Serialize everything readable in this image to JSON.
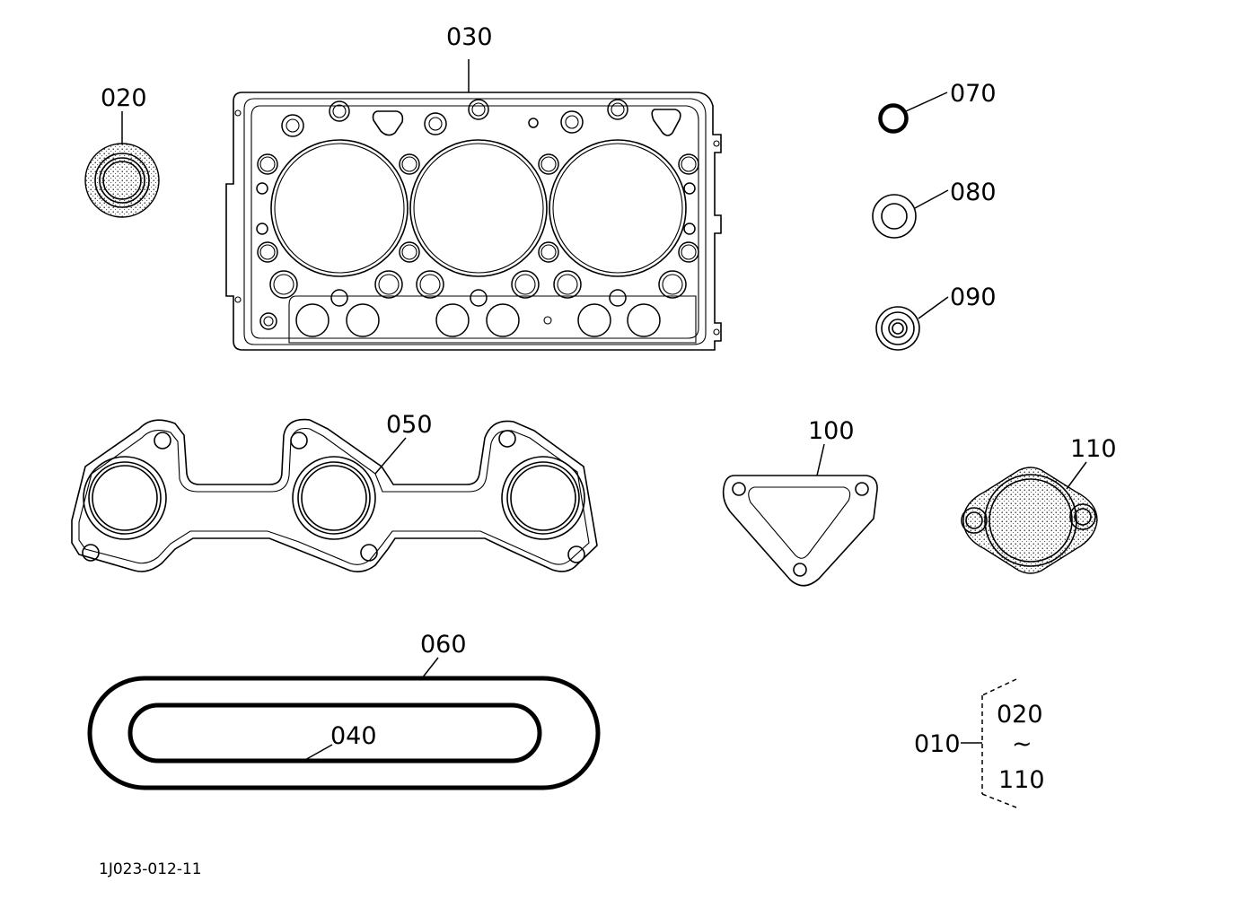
{
  "parts": {
    "p010": "010",
    "p020": "020",
    "p030": "030",
    "p040": "040",
    "p050": "050",
    "p060": "060",
    "p070": "070",
    "p080": "080",
    "p090": "090",
    "p100": "100",
    "p110": "110"
  },
  "kit_range": {
    "from": "020",
    "tilde": "~",
    "to": "110"
  },
  "drawing_code": "1J023-012-11"
}
